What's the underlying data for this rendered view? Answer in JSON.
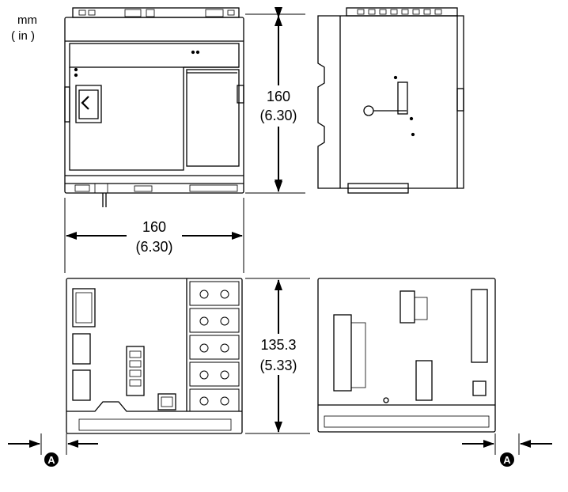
{
  "units": {
    "primary": "mm",
    "secondary": "( in )"
  },
  "dimensions": {
    "top_height": {
      "mm": "160",
      "in": "(6.30)"
    },
    "top_width": {
      "mm": "160",
      "in": "(6.30)"
    },
    "bottom_height": {
      "mm": "135.3",
      "in": "(5.33)"
    }
  },
  "callouts": {
    "clearance_marker": "A"
  }
}
